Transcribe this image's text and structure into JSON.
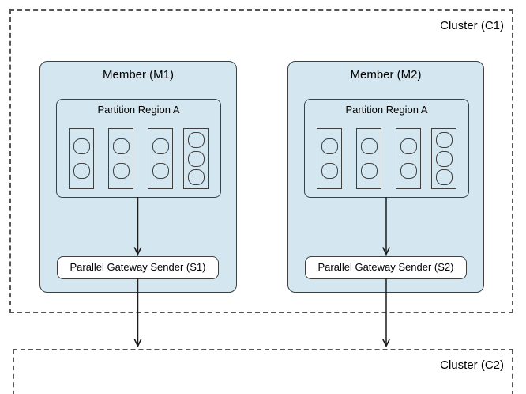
{
  "clusters": {
    "c1": {
      "label": "Cluster (C1)"
    },
    "c2": {
      "label": "Cluster (C2)"
    }
  },
  "members": [
    {
      "label": "Member (M1)",
      "partition": {
        "label": "Partition Region A",
        "buckets": [
          2,
          2,
          2,
          3
        ]
      },
      "sender": {
        "label": "Parallel Gateway Sender (S1)"
      }
    },
    {
      "label": "Member (M2)",
      "partition": {
        "label": "Partition Region A",
        "buckets": [
          2,
          2,
          2,
          3
        ]
      },
      "sender": {
        "label": "Parallel Gateway Sender (S2)"
      }
    }
  ],
  "colors": {
    "member_fill": "#d4e6ef",
    "box_border": "#3f3f3f",
    "dashed_border": "#555555",
    "arrow": "#1a1a1a",
    "sender_fill": "#ffffff",
    "background": "#ffffff"
  }
}
